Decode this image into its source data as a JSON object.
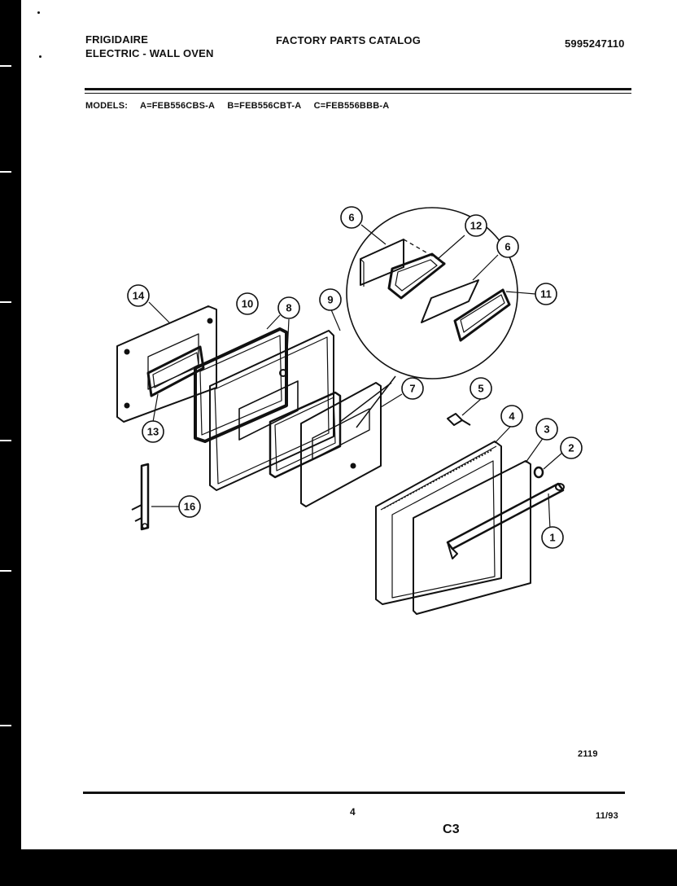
{
  "header": {
    "brand": "FRIGIDAIRE",
    "product": "ELECTRIC - WALL OVEN",
    "catalog_title": "FACTORY PARTS CATALOG",
    "catalog_number": "5995247110"
  },
  "models": {
    "label": "MODELS:",
    "list": [
      "A=FEB556CBS-A",
      "B=FEB556CBT-A",
      "C=FEB556BBB-A"
    ]
  },
  "diagram": {
    "callouts": [
      "1",
      "2",
      "3",
      "4",
      "5",
      "6",
      "6",
      "7",
      "8",
      "9",
      "10",
      "11",
      "12",
      "13",
      "14",
      "16"
    ]
  },
  "footer": {
    "figure_number": "2119",
    "page_number": "4",
    "section_code": "C3",
    "date": "11/93"
  }
}
